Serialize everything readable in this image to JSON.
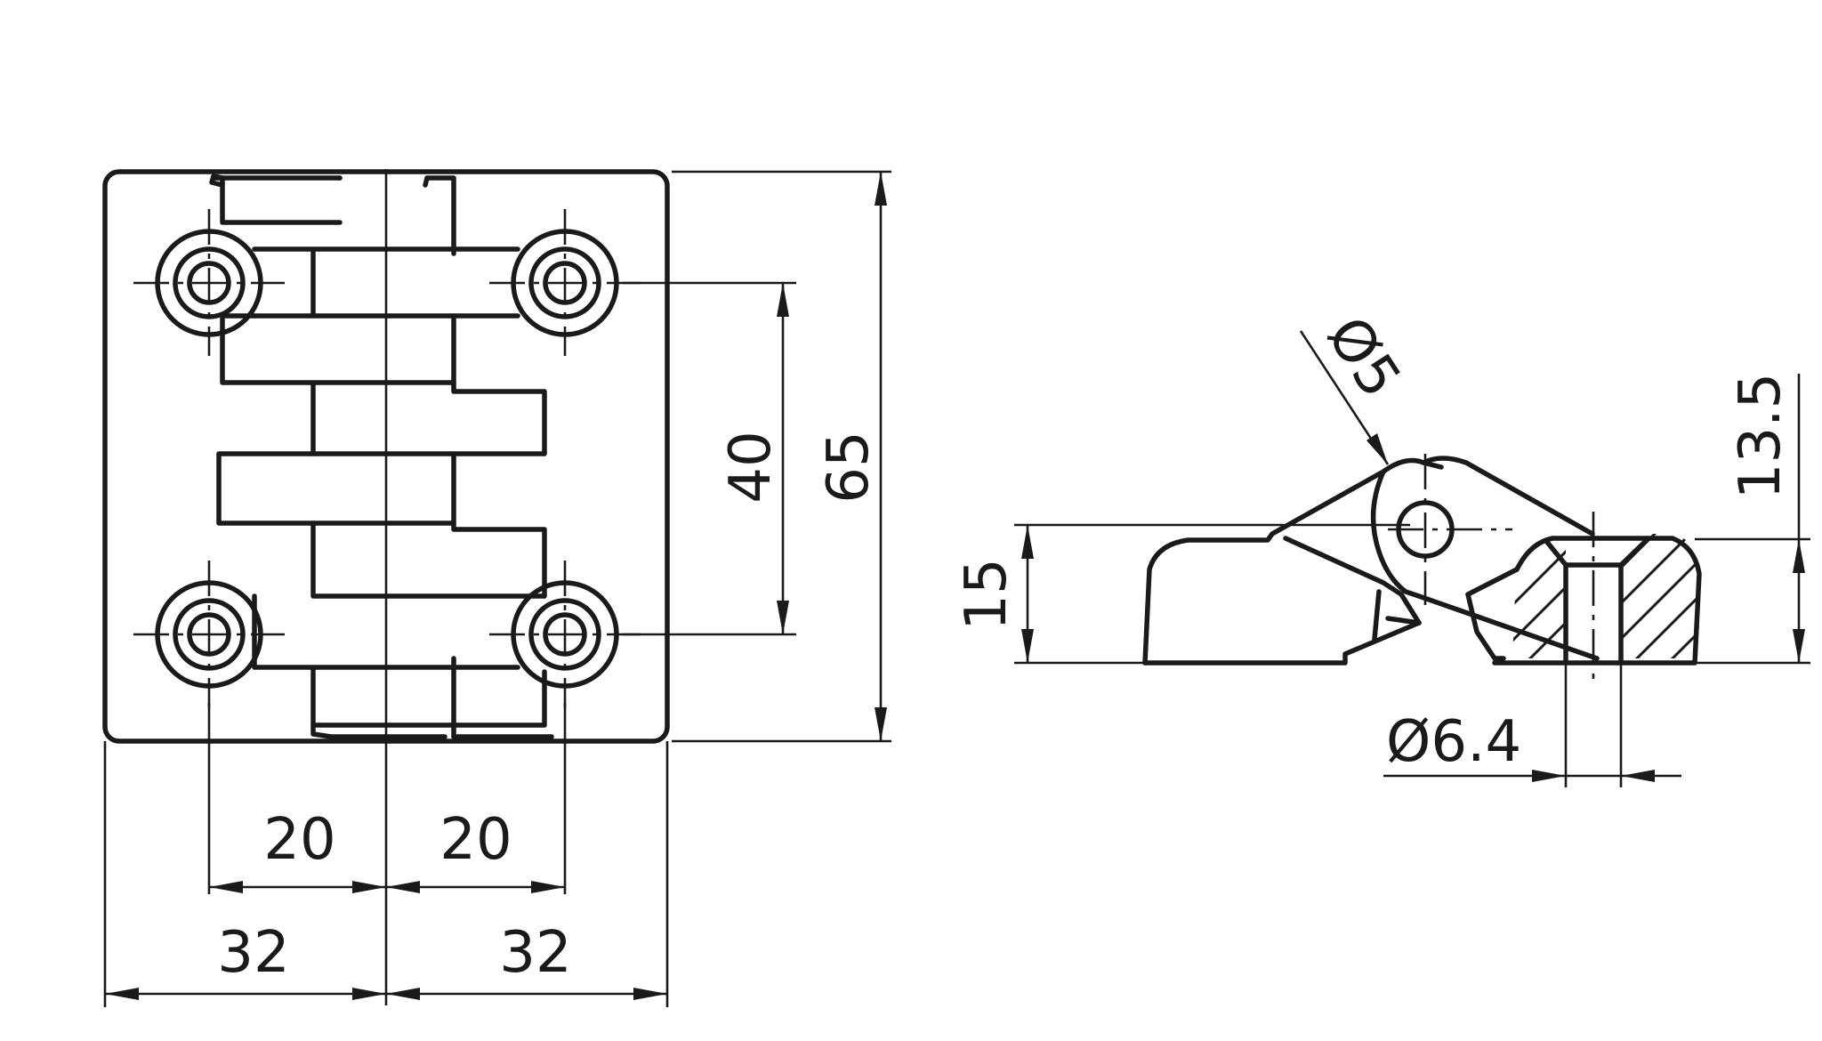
{
  "front_view": {
    "dimensions": {
      "hole_spacing_vertical": "40",
      "overall_height": "65",
      "hole_offset_left": "20",
      "hole_offset_right": "20",
      "half_width_left": "32",
      "half_width_right": "32"
    }
  },
  "side_view": {
    "dimensions": {
      "pin_diameter": "Ø5",
      "hinge_height": "15",
      "pin_height": "13.5",
      "bore_diameter": "Ø6.4"
    }
  },
  "colors": {
    "line": "#1a1a1a",
    "background": "#ffffff"
  }
}
